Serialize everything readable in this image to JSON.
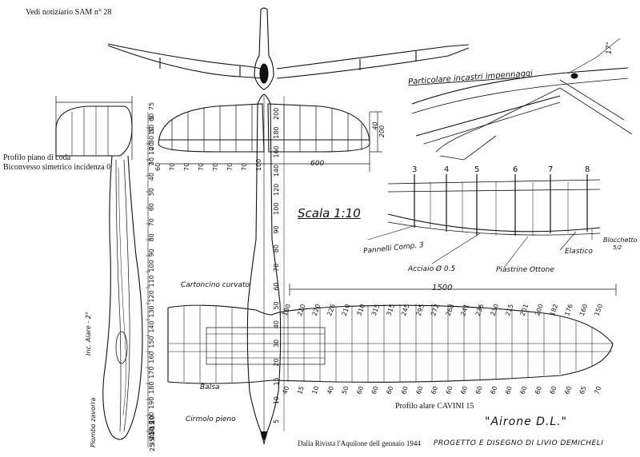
{
  "header": {
    "source_note": "Vedi notiziario SAM n° 28"
  },
  "tail": {
    "title_line1": "Profilo piano di coda",
    "title_line2": "Biconvesso simetrico incidenza 0",
    "ruler_ticks": [
      "5",
      "10",
      "20",
      "30",
      "40",
      "50",
      "60",
      "70",
      "80",
      "90",
      "100",
      "110",
      "120",
      "130",
      "140",
      "150",
      "160",
      "170",
      "180",
      "190",
      "200",
      "210"
    ],
    "bottom_ticks": [
      "10",
      "15",
      "50",
      "40",
      "35",
      "25"
    ]
  },
  "stabilizer": {
    "dims": [
      "7",
      "10",
      "30",
      "50",
      "60",
      "75"
    ],
    "span": "600",
    "rib_spacing": [
      "60",
      "70",
      "70",
      "70",
      "70",
      "70",
      "70",
      "100"
    ],
    "chord_top": "40",
    "chord": "200"
  },
  "fuselage": {
    "ruler": [
      "200",
      "180",
      "160",
      "140",
      "120",
      "100",
      "90",
      "80",
      "70",
      "60",
      "50",
      "40",
      "30",
      "20",
      "15",
      "10",
      "5"
    ],
    "label_incidence": "Inc. Alare - 2°",
    "label_ballast": "Piombo zavorra"
  },
  "detail": {
    "title": "Particolare incastri impennaggi",
    "angle": "17°",
    "ribs": [
      "3",
      "4",
      "5",
      "6",
      "7",
      "8"
    ],
    "labels": {
      "panels": "Pannelli Comp. 3",
      "steel": "Acciaio Ø 0.5",
      "brass": "Piastrine Ottone",
      "block": "Blocchetto",
      "block_sub": "5/2",
      "elastic": "Elastico"
    }
  },
  "scale": "Scala 1:10",
  "wing": {
    "span": "1500",
    "label_fairing": "Cartoncino curvato",
    "label_balsa": "Balsa",
    "label_spar": "Cirmolo pieno",
    "profile": "Profilo alare CAVINI 15",
    "chords": [
      "180",
      "220",
      "220",
      "226",
      "210",
      "310",
      "315",
      "315",
      "245",
      "295",
      "272",
      "268",
      "241",
      "236",
      "230",
      "215",
      "201",
      "200",
      "182",
      "176",
      "160",
      "150"
    ],
    "bottom": [
      "40",
      "15",
      "10",
      "40",
      "50",
      "60",
      "60",
      "60",
      "60",
      "60",
      "60",
      "60",
      "60",
      "60",
      "60",
      "60",
      "60",
      "60",
      "60",
      "60",
      "65",
      "70"
    ]
  },
  "footer": {
    "model_name": "\"Airone D.L.\"",
    "source": "Dalla Rivista l'Aquilone dell gennaio 1944",
    "designer": "Progetto e Disegno di Livio Demicheli"
  }
}
